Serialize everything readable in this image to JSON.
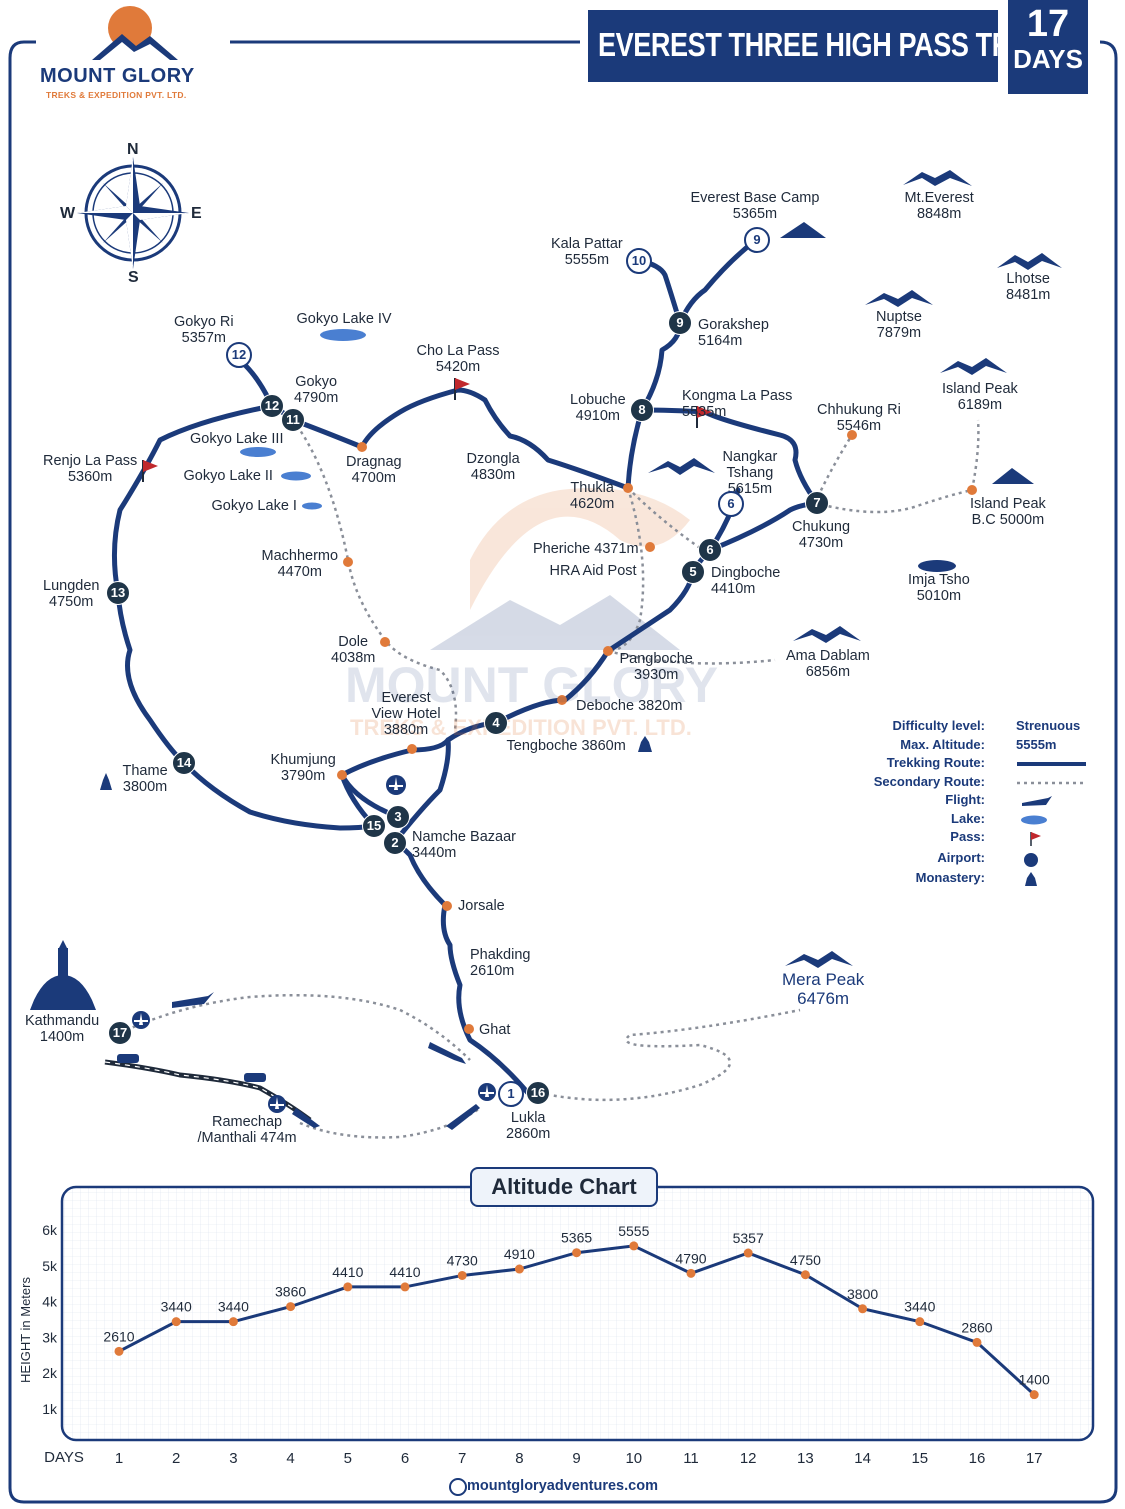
{
  "brand": {
    "name": "MOUNT GLORY",
    "subtitle": "TREKS & EXPEDITION PVT. LTD."
  },
  "header": {
    "title": "EVEREST THREE HIGH PASS TREK",
    "days_number": "17",
    "days_label": "DAYS"
  },
  "compass": {
    "n": "N",
    "s": "S",
    "e": "E",
    "w": "W"
  },
  "watermark": {
    "line1": "MOUNT GLORY",
    "line2": "TREKS & EXPEDITION PVT. LTD."
  },
  "places": {
    "ebc": [
      "Everest Base Camp",
      "5365m"
    ],
    "everest": [
      "Mt.Everest",
      "8848m"
    ],
    "kala": [
      "Kala Pattar",
      "5555m"
    ],
    "lhotse": [
      "Lhotse",
      "8481m"
    ],
    "gorakshep": [
      "Gorakshep",
      "5164m"
    ],
    "nuptse": [
      "Nuptse",
      "7879m"
    ],
    "gokyori": [
      "Gokyo Ri",
      "5357m"
    ],
    "lake4": [
      "Gokyo Lake IV"
    ],
    "chola": [
      "Cho La Pass",
      "5420m"
    ],
    "gokyo": [
      "Gokyo",
      "4790m"
    ],
    "islandpeak": [
      "Island Peak",
      "6189m"
    ],
    "lobuche": [
      "Lobuche",
      "4910m"
    ],
    "kongma": [
      "Kongma La Pass",
      "5535m"
    ],
    "chhukungri": [
      "Chhukung Ri",
      "5546m"
    ],
    "lake3": [
      "Gokyo Lake III"
    ],
    "renjo": [
      "Renjo La Pass",
      "5360m"
    ],
    "dragnag": [
      "Dragnag",
      "4700m"
    ],
    "dzongla": [
      "Dzongla",
      "4830m"
    ],
    "nangkar": [
      "Nangkar",
      "Tshang",
      "5615m"
    ],
    "lake2": [
      "Gokyo Lake II"
    ],
    "thukla": [
      "Thukla",
      "4620m"
    ],
    "islandbc": [
      "Island Peak",
      "B.C 5000m"
    ],
    "lake1": [
      "Gokyo Lake I"
    ],
    "chukung": [
      "Chukung",
      "4730m"
    ],
    "pheriche": [
      "Pheriche 4371m"
    ],
    "hra": [
      "HRA Aid Post"
    ],
    "machhermo": [
      "Machhermo",
      "4470m"
    ],
    "dingboche": [
      "Dingboche",
      "4410m"
    ],
    "imja": [
      "Imja Tsho",
      "5010m"
    ],
    "lungden": [
      "Lungden",
      "4750m"
    ],
    "dole": [
      "Dole",
      "4038m"
    ],
    "pangboche": [
      "Pangboche",
      "3930m"
    ],
    "amadablam": [
      "Ama Dablam",
      "6856m"
    ],
    "evh": [
      "Everest",
      "View Hotel",
      "3880m"
    ],
    "deboche": [
      "Deboche 3820m"
    ],
    "tengboche": [
      "Tengboche 3860m"
    ],
    "khumjung": [
      "Khumjung",
      "3790m"
    ],
    "thame": [
      "Thame",
      "3800m"
    ],
    "namche": [
      "Namche Bazaar",
      "3440m"
    ],
    "jorsale": [
      "Jorsale"
    ],
    "phakding": [
      "Phakding",
      "2610m"
    ],
    "mera": [
      "Mera Peak",
      "6476m"
    ],
    "kathmandu": [
      "Kathmandu",
      "1400m"
    ],
    "ghat": [
      "Ghat"
    ],
    "lukla": [
      "Lukla",
      "2860m"
    ],
    "ramechap": [
      "Ramechap",
      "/Manthali 474m"
    ]
  },
  "stops": [
    "1",
    "2",
    "3",
    "4",
    "5",
    "6",
    "7",
    "8",
    "9",
    "10",
    "11",
    "12",
    "13",
    "14",
    "15",
    "16",
    "17"
  ],
  "legend": {
    "difficulty_label": "Difficulty level:",
    "difficulty_value": "Strenuous",
    "altitude_label": "Max. Altitude:",
    "altitude_value": "5555m",
    "trekking_label": "Trekking Route:",
    "secondary_label": "Secondary Route:",
    "flight_label": "Flight:",
    "lake_label": "Lake:",
    "pass_label": "Pass:",
    "airport_label": "Airport:",
    "monastery_label": "Monastery:"
  },
  "colors": {
    "navy": "#1b3a7a",
    "orange": "#e07a3a",
    "pass_flag": "#c0282d",
    "lake": "#4a7fd1",
    "chart_bg": "#eef3fa"
  },
  "icons": [
    "compass-rose-icon",
    "mountain-icon",
    "tent-icon",
    "pass-flag-icon",
    "airport-icon",
    "plane-icon",
    "car-icon",
    "monastery-icon",
    "stupa-icon",
    "lake-icon"
  ],
  "chart_data": {
    "type": "line",
    "title": "Altitude Chart",
    "xlabel": "DAYS",
    "ylabel": "HEIGHT in Meters",
    "x": [
      1,
      2,
      3,
      4,
      5,
      6,
      7,
      8,
      9,
      10,
      11,
      12,
      13,
      14,
      15,
      16,
      17
    ],
    "values": [
      2610,
      3440,
      3440,
      3860,
      4410,
      4410,
      4730,
      4910,
      5365,
      5555,
      4790,
      5357,
      4750,
      3800,
      3440,
      2860,
      1400
    ],
    "ylim": [
      0,
      6000
    ],
    "ytick_labels": [
      "1k",
      "2k",
      "3k",
      "4k",
      "5k",
      "6k"
    ],
    "grid": true
  },
  "footer": {
    "copyright": "mountgloryadventures.com"
  }
}
